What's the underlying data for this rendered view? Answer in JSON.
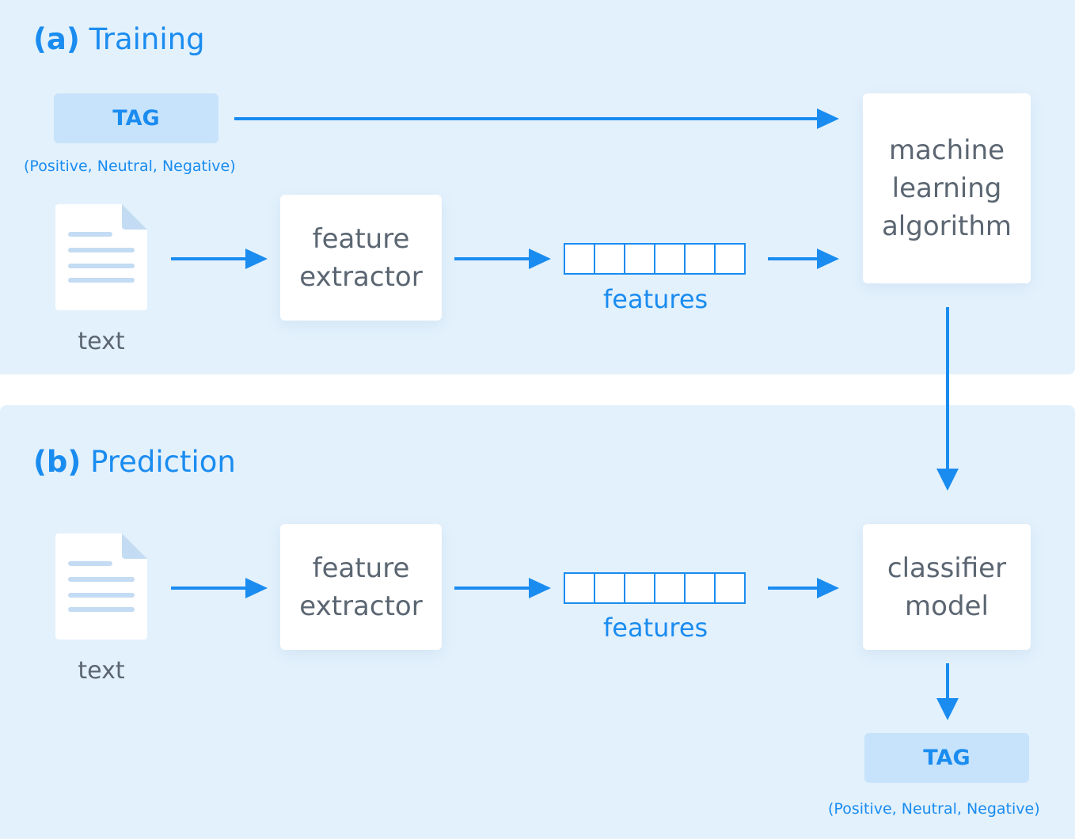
{
  "training": {
    "title_letter": "(a)",
    "title_word": "Training",
    "tag_label": "TAG",
    "tag_note": "(Positive, Neutral, Negative)",
    "doc_label": "text",
    "extractor_line1": "feature",
    "extractor_line2": "extractor",
    "features_label": "features",
    "algorithm_line1": "machine",
    "algorithm_line2": "learning",
    "algorithm_line3": "algorithm"
  },
  "prediction": {
    "title_letter": "(b)",
    "title_word": "Prediction",
    "doc_label": "text",
    "extractor_line1": "feature",
    "extractor_line2": "extractor",
    "features_label": "features",
    "model_line1": "classifier",
    "model_line2": "model",
    "tag_label": "TAG",
    "tag_note": "(Positive, Neutral, Negative)"
  },
  "colors": {
    "accent": "#1a8cf0",
    "panel_bg": "#e3f1fc",
    "tag_bg": "#c7e3fb",
    "box_text": "#5b6672",
    "doc_lines": "#c3dcf3"
  },
  "icons": [
    "document-icon",
    "arrow-right-icon",
    "arrow-down-icon"
  ]
}
